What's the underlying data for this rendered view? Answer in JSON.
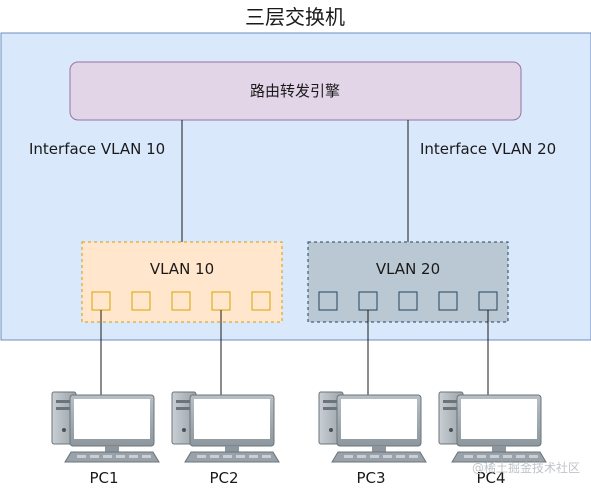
{
  "diagram": {
    "title": "三层交换机",
    "routing_engine_label": "路由转发引擎",
    "interface_left_label": "Interface VLAN 10",
    "interface_right_label": "Interface VLAN 20",
    "vlan_left": {
      "label": "VLAN 10",
      "fill": "#ffe6cc",
      "border": "#d79b00",
      "port_color": "#d6a500",
      "port_count": 5
    },
    "vlan_right": {
      "label": "VLAN 20",
      "fill": "#bac8d3",
      "border": "#23445d",
      "port_color": "#23445d",
      "port_count": 5
    },
    "pcs": [
      {
        "label": "PC1",
        "vlan": "VLAN 10"
      },
      {
        "label": "PC2",
        "vlan": "VLAN 10"
      },
      {
        "label": "PC3",
        "vlan": "VLAN 20"
      },
      {
        "label": "PC4",
        "vlan": "VLAN 20"
      }
    ],
    "watermark": "@稀土掘金技术社区",
    "colors": {
      "switch_fill": "#dae8fc",
      "switch_border": "#6c8ebf",
      "engine_fill": "#e1d5e7",
      "engine_border": "#9673a6"
    }
  }
}
